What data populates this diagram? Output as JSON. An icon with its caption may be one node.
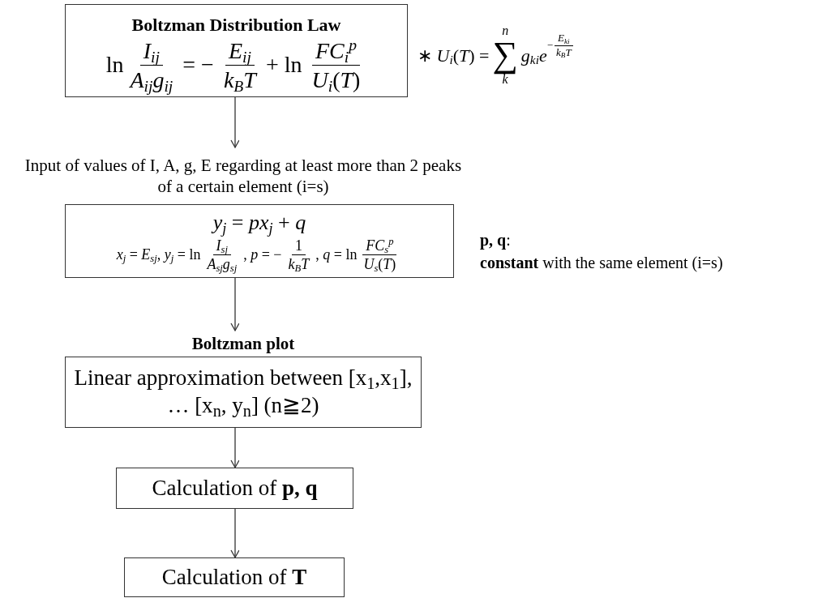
{
  "diagram": {
    "nodes": [
      {
        "text": [
          "Boltzman Distribution Law",
          "ln",
          "*I*$_{ij}$",
          "*A*$_{ij}$*g*$_{ij}$",
          "= −",
          "*E*$_{ij}$",
          "*k*$_{B}$*T*",
          "+ ln",
          "*FC*$_{i}$$^{p}$",
          "*U*$_{i}$(*T*)"
        ],
        "beside": [
          "∗ *U*$_{i}$(*T*) =",
          "*n*",
          "∑",
          "*k*",
          "*g*$_{ki}$*e*",
          "−",
          "*E*$_{ki}$",
          "*k*$_{B}$*T*"
        ]
      },
      {
        "text": [
          "Input of values of I, A, g, E regarding at least more than 2 peaks of a certain element (i=s)",
          "*y*$_{j}$ = *px*$_{j}$ + *q*",
          "*x*$_{j}$ = *E*$_{sj}$, *y*$_{j}$ = ln",
          "*I*$_{sj}$",
          "*A*$_{sj}$*g*$_{sj}$",
          ", *p* = −",
          "1",
          "*k*$_{B}$*T*",
          ", *q* = ln",
          "*FC*$_{s}$$^{p}$",
          "*U*$_{s}$(*T*)"
        ],
        "beside": [
          "**p, q**:",
          "**constant** with the same element (i=s)"
        ]
      },
      {
        "text": [
          "Boltzman plot",
          "Linear approximation between [x$_{1}$,x$_{1}$], … [x$_{n}$, y$_{n}$] (n≧2)"
        ]
      },
      {
        "text": [
          "Calculation of **p, q**"
        ]
      },
      {
        "text": [
          "Calculation of **T**"
        ]
      }
    ],
    "edges": [
      {
        "from": 0,
        "to": 1,
        "arrow": "to"
      },
      {
        "from": 1,
        "to": 2,
        "arrow": "to"
      },
      {
        "from": 2,
        "to": 3,
        "arrow": "to"
      },
      {
        "from": 3,
        "to": 4,
        "arrow": "to"
      }
    ]
  }
}
